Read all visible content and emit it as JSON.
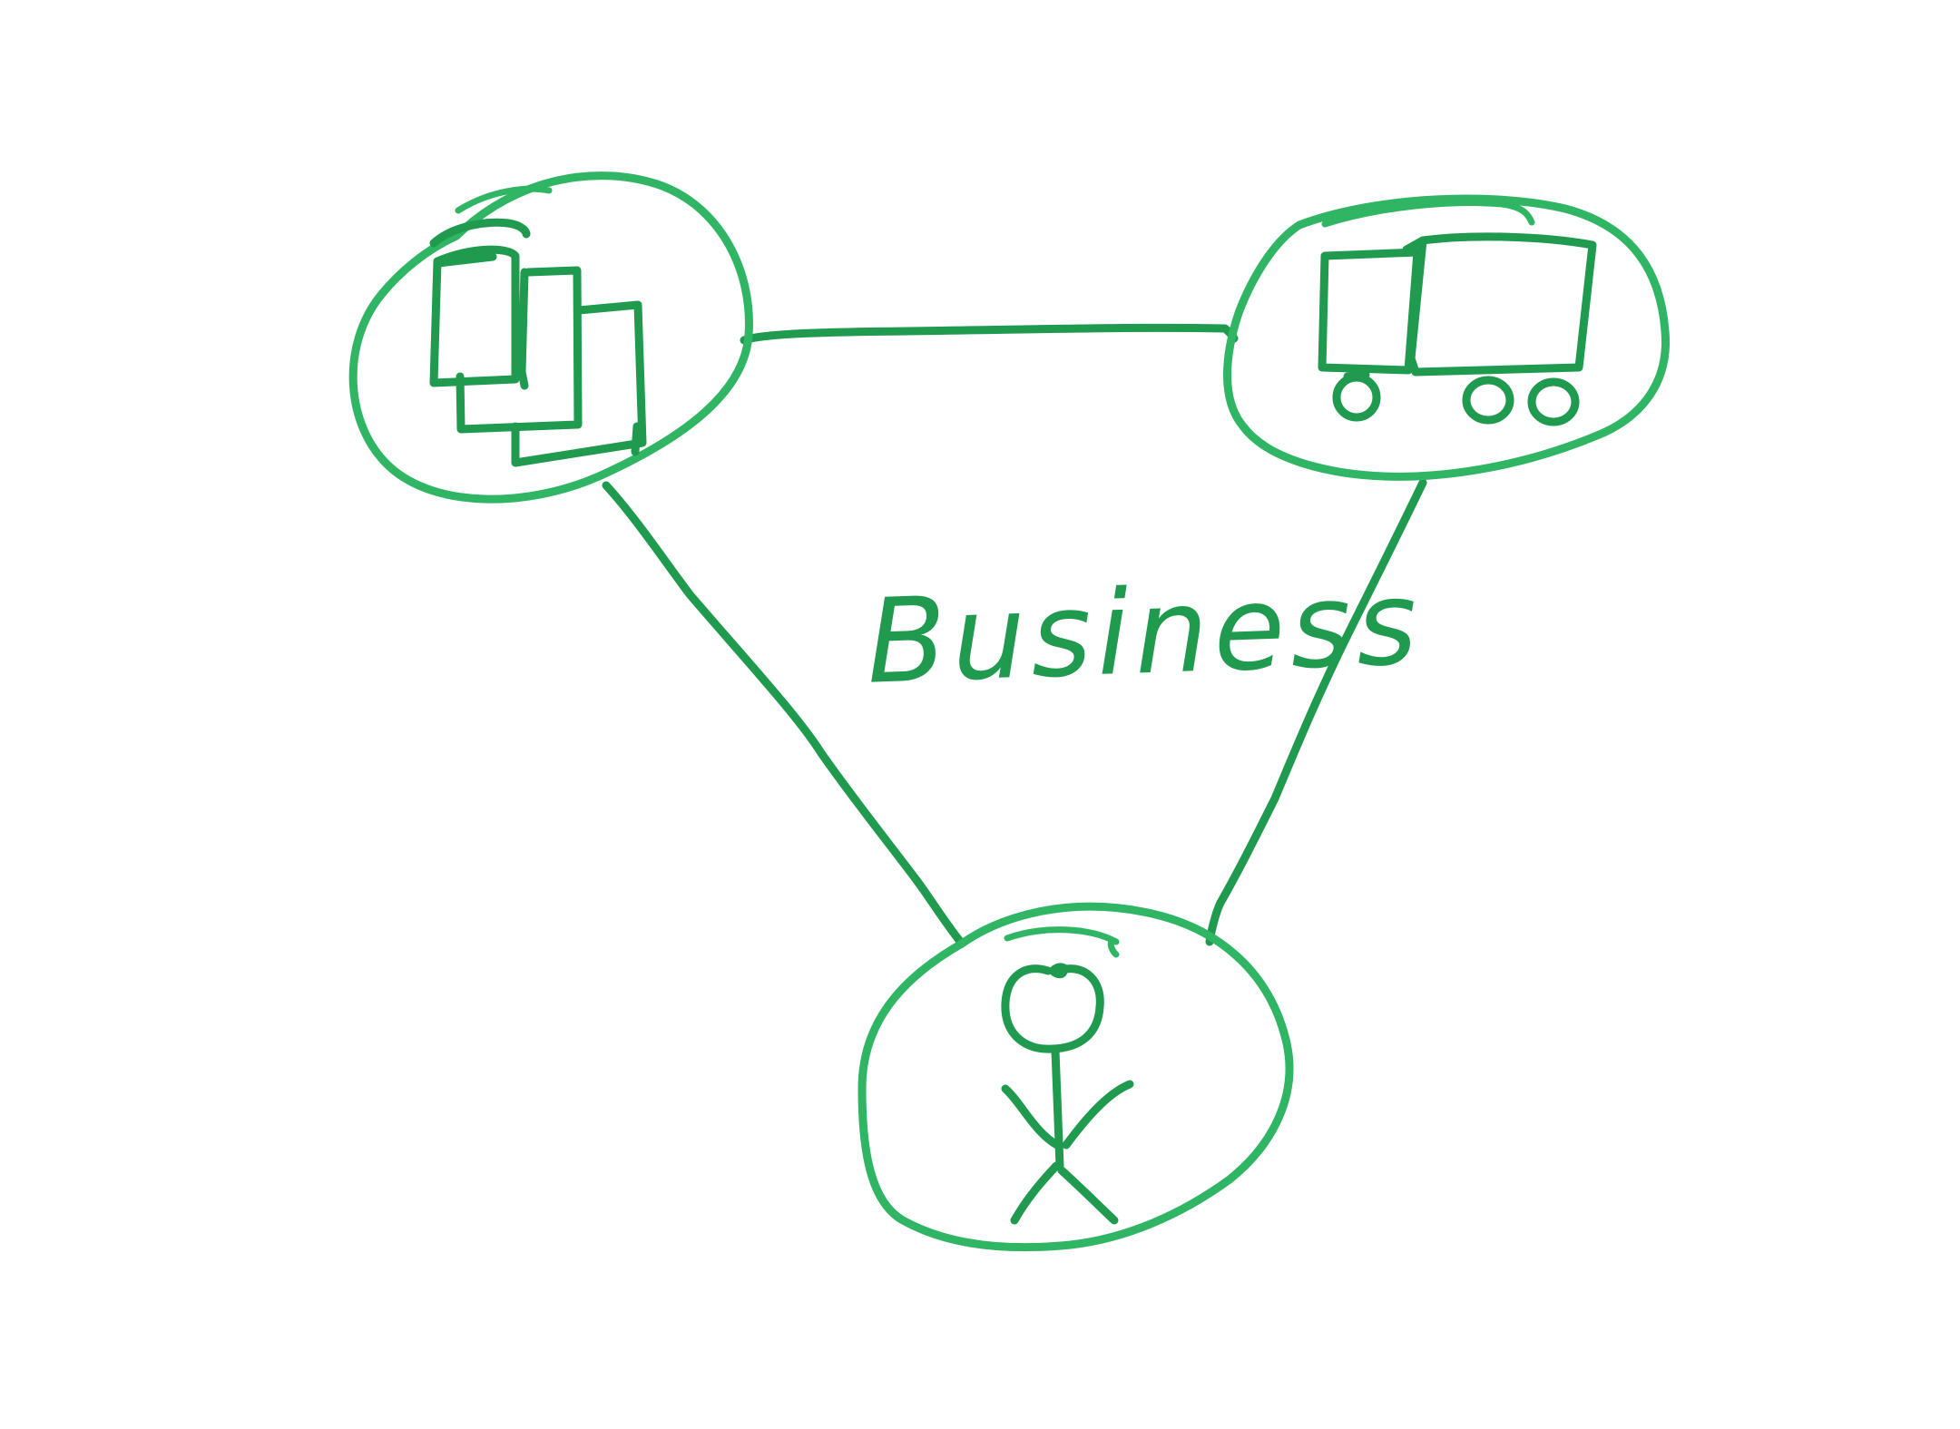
{
  "colors": {
    "ink": "#1f9a4e",
    "ink_light": "#2fb563",
    "background": "#ffffff"
  },
  "diagram": {
    "center_label": "Business",
    "nodes": [
      {
        "id": "buildings",
        "icon": "buildings-icon"
      },
      {
        "id": "truck",
        "icon": "truck-icon"
      },
      {
        "id": "person",
        "icon": "stick-figure-icon"
      }
    ],
    "edges": [
      {
        "from": "buildings",
        "to": "truck"
      },
      {
        "from": "buildings",
        "to": "person"
      },
      {
        "from": "truck",
        "to": "person"
      }
    ]
  }
}
